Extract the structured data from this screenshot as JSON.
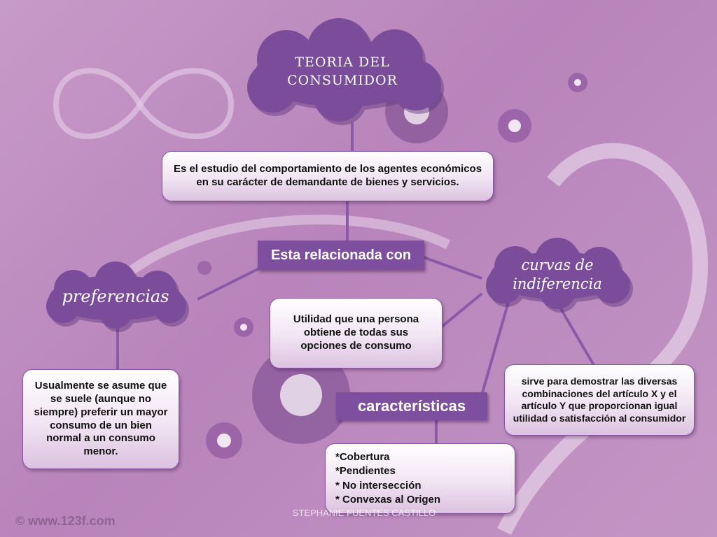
{
  "nodes": {
    "title_cloud": {
      "line1": "TEORIA DEL",
      "line2": "CONSUMIDOR"
    },
    "definition": "Es el estudio del comportamiento de los agentes económicos en su carácter de demandante de bienes y servicios.",
    "related": "Esta relacionada con",
    "preferencias_cloud": "preferencias",
    "preferencias_text": "Usualmente se asume que se suele (aunque no siempre) preferir un mayor consumo de un bien normal a un consumo menor.",
    "curvas_cloud": {
      "line1": "curvas de",
      "line2": "indiferencia"
    },
    "utilidad_text": "Utilidad que una persona obtiene de todas sus opciones de consumo",
    "sirve_text": "sirve para demostrar las diversas combinaciones del artículo X y el artículo Y que proporcionan igual utilidad o satisfacción al consumidor",
    "caracteristicas": "características",
    "caracteristicas_list": [
      "*Cobertura",
      "*Pendientes",
      "* No intersección",
      "* Convexas al Origen"
    ]
  },
  "footer": {
    "author": "STEPHANIE FUENTES CASTILLO",
    "watermark": "© www.123f.com"
  },
  "colors": {
    "cloud": "#7a4c9a",
    "tag": "#7e4f9f",
    "connector": "#8a5aa6",
    "background": "#c395c4"
  }
}
